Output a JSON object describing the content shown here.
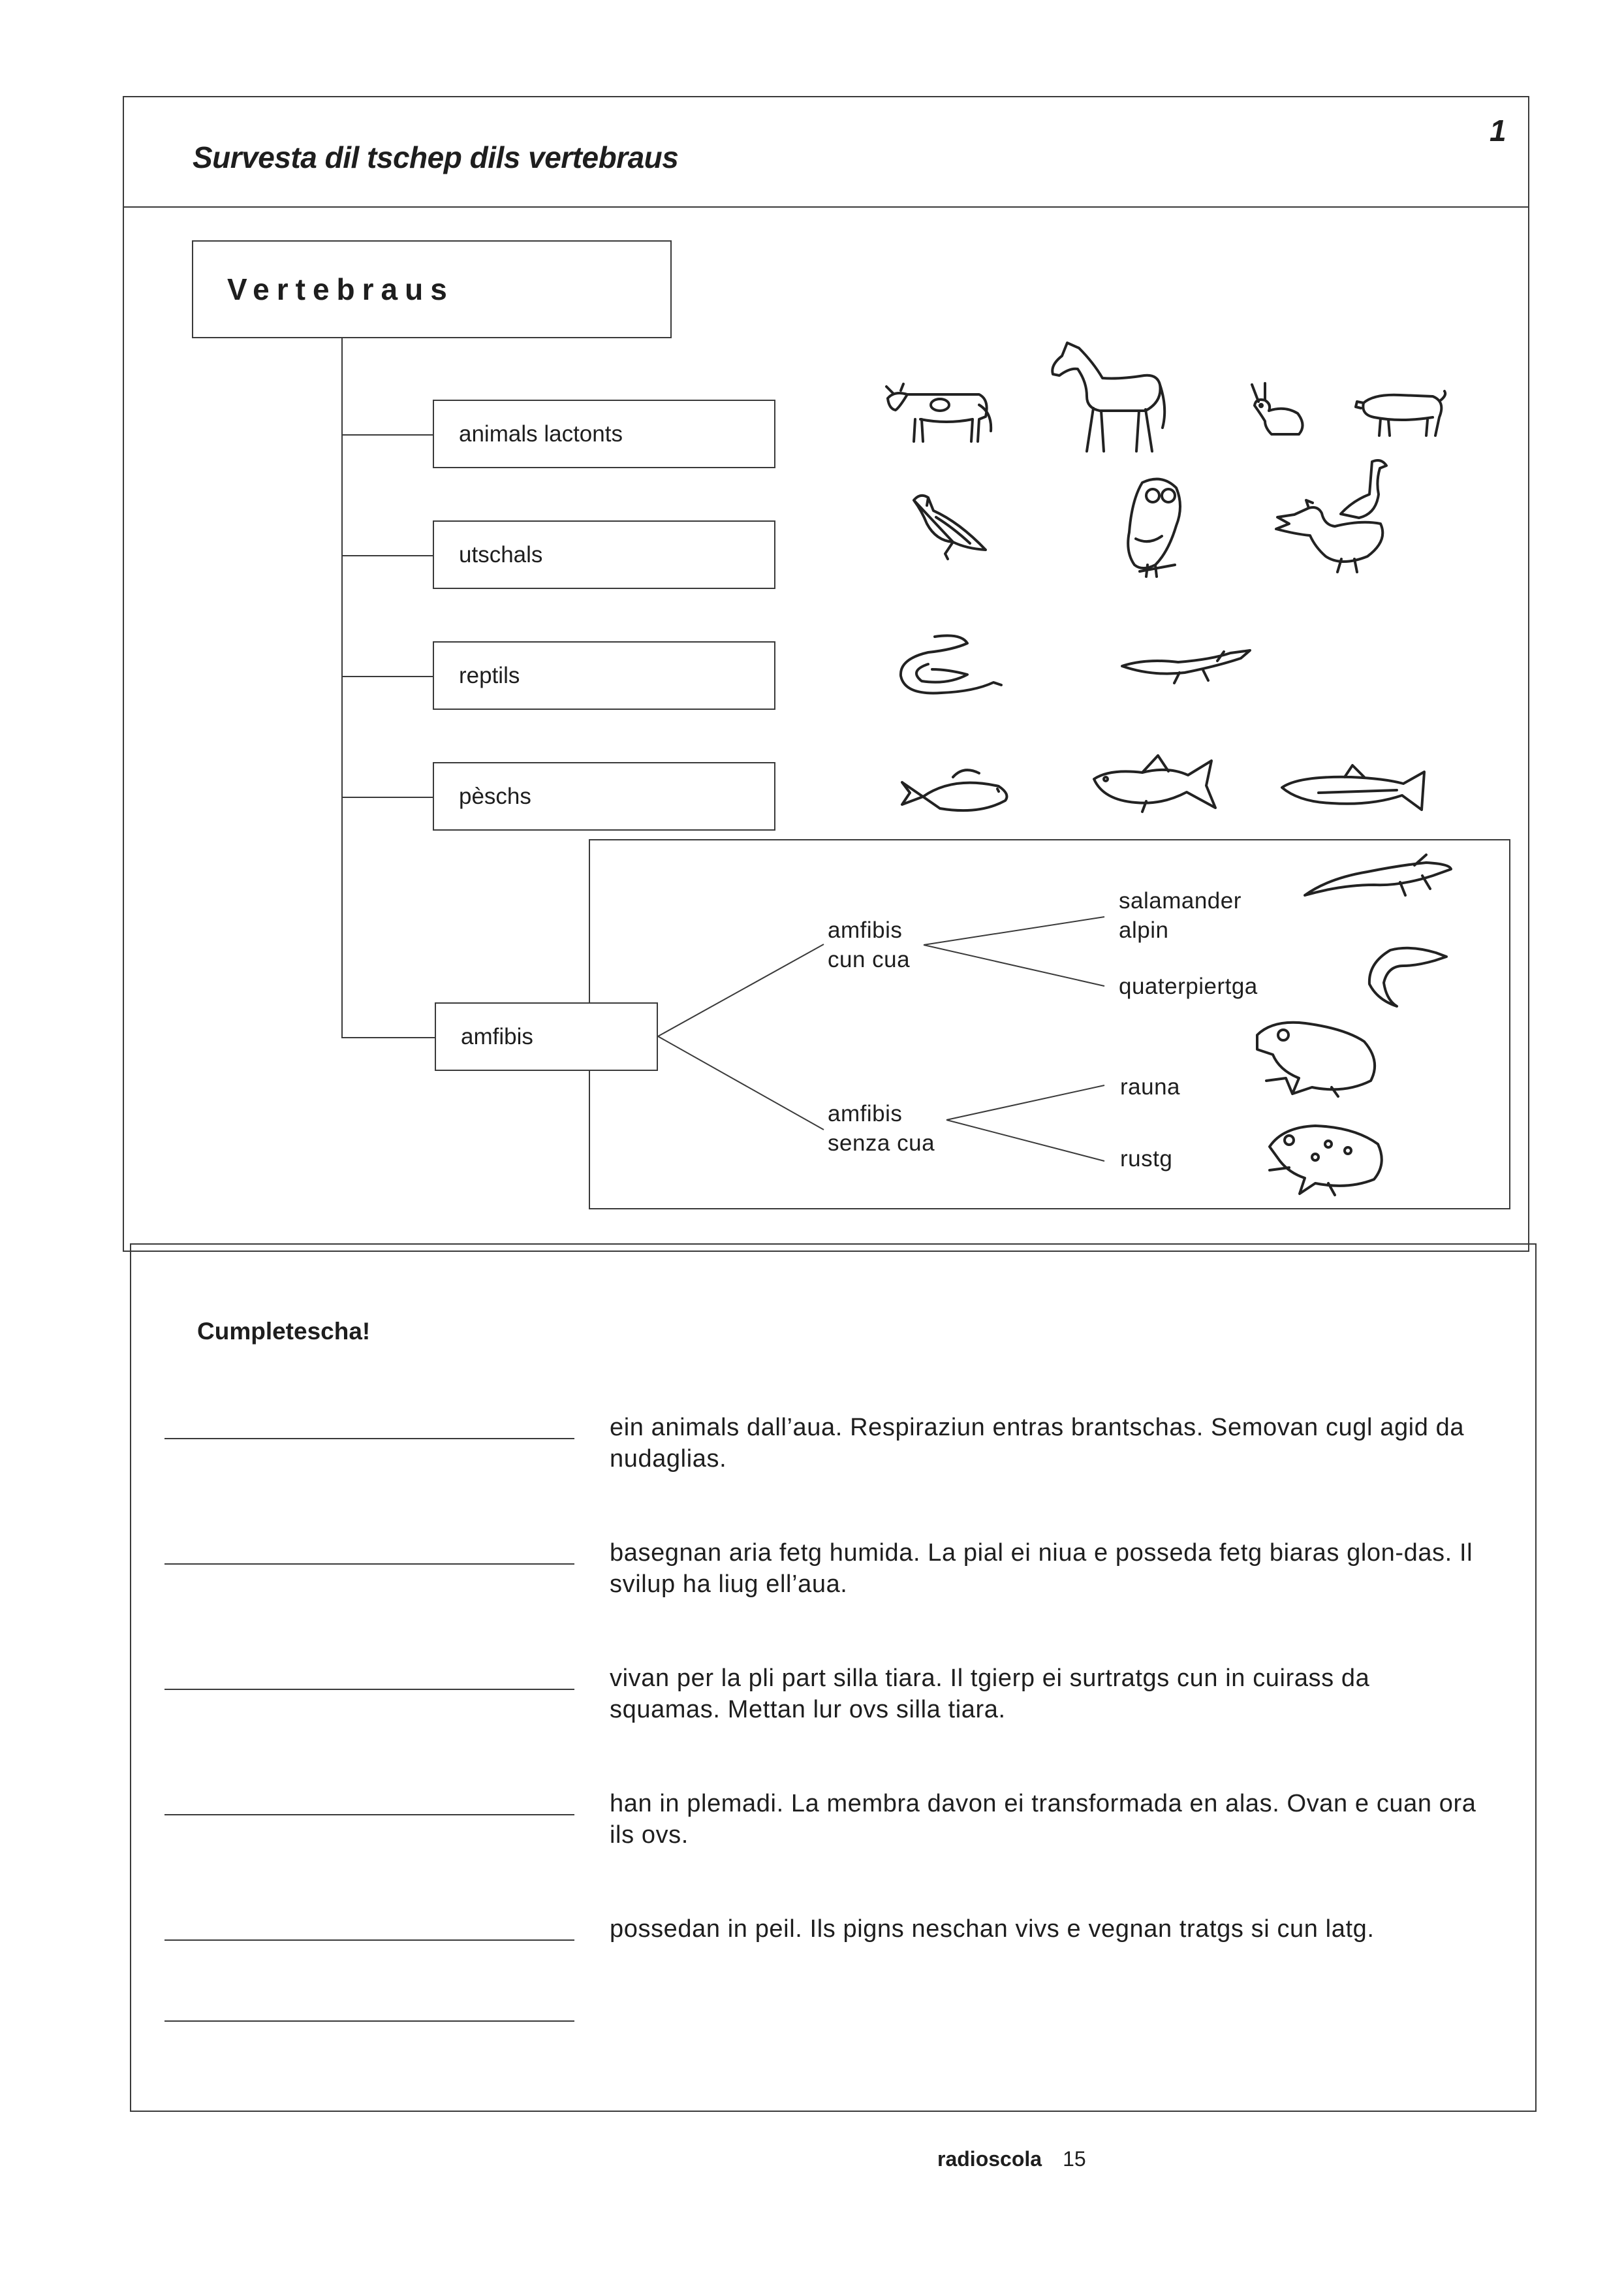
{
  "header": {
    "title": "Survesta dil tschep dils vertebraus",
    "number": "1"
  },
  "diagram": {
    "root": "Vertebraus",
    "classes": [
      {
        "label": "animals lactonts",
        "icons": [
          "cow-icon",
          "horse-icon",
          "rabbit-icon",
          "pig-icon"
        ]
      },
      {
        "label": "utschals",
        "icons": [
          "bird-icon",
          "owl-icon",
          "goose-icon",
          "chicken-icon"
        ]
      },
      {
        "label": "reptils",
        "icons": [
          "snake-icon",
          "lizard-icon"
        ]
      },
      {
        "label": "pèschs",
        "icons": [
          "carp-icon",
          "fish-icon",
          "trout-icon"
        ]
      },
      {
        "label": "amfibis"
      }
    ],
    "amphibians": {
      "with_tail": {
        "label": "amfibis\ncun cua",
        "species": [
          {
            "label": "salamander\nalpin",
            "icon": "salamander-icon"
          },
          {
            "label": "quaterpiertga",
            "icon": "newt-icon"
          }
        ]
      },
      "without_tail": {
        "label": "amfibis\nsenza cua",
        "species": [
          {
            "label": "rauna",
            "icon": "frog-icon"
          },
          {
            "label": "rustg",
            "icon": "toad-icon"
          }
        ]
      }
    }
  },
  "exercise": {
    "instruction": "Cumpletescha!",
    "sentences": [
      "ein animals dall’aua. Respiraziun entras brantschas. Semovan cugl agid da nudaglias.",
      "basegnan aria fetg humida. La pial ei niua e posseda fetg biaras glon-das. Il svilup ha liug ell’aua.",
      "vivan per la pli part silla tiara. Il tgierp ei surtratgs cun in cuirass da squamas. Mettan lur ovs silla tiara.",
      "han in plemadi. La membra davon ei transformada en alas. Ovan e cuan ora ils ovs.",
      "possedan in peil. Ils pigns neschan vivs e vegnan tratgs si cun latg."
    ]
  },
  "footer": {
    "brand": "radioscola",
    "page": "15"
  }
}
